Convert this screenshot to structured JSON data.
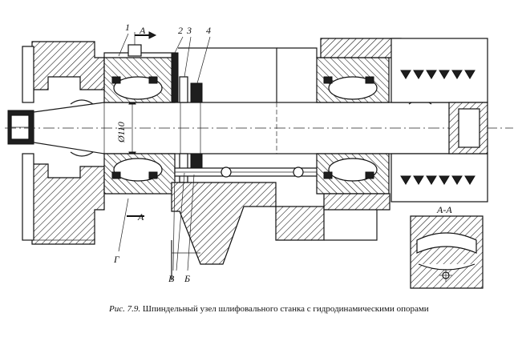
{
  "callouts": {
    "label_1": "1",
    "label_2": "2",
    "label_3": "3",
    "label_4": "4",
    "section_mark_top": "A",
    "section_mark_bottom": "A",
    "diameter": "Ø110",
    "label_g": "Г",
    "label_v": "В",
    "label_b": "Б",
    "section_title": "А-А"
  },
  "caption": {
    "figure_number": "Рис. 7.9.",
    "text": "Шпиндельный узел шлифовального станка с гидродинамическими опорами"
  }
}
